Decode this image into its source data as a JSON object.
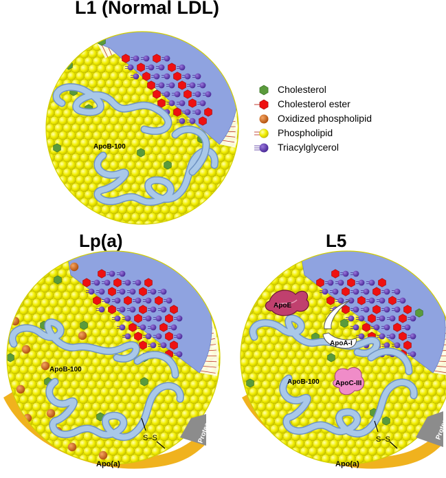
{
  "titles": {
    "l1": "L1 (Normal LDL)",
    "lpa": "Lp(a)",
    "l5": "L5"
  },
  "legend": [
    {
      "id": "cholesterol",
      "label": "Cholesterol",
      "color": "#5a9a3c",
      "icon": "green-hexagon-icon"
    },
    {
      "id": "cholesterol_ester",
      "label": "Cholesterol ester",
      "color": "#ee1111",
      "icon": "red-hexagon-icon"
    },
    {
      "id": "oxidized_phospholipid",
      "label": "Oxidized phospholipid",
      "color": "#d2691e",
      "icon": "orange-circle-icon"
    },
    {
      "id": "phospholipid",
      "label": "Phospholipid",
      "color": "#ffff00",
      "icon": "yellow-circle-with-tails-icon"
    },
    {
      "id": "triacylglycerol",
      "label": "Triacylglycerol",
      "color": "#6a3fb5",
      "icon": "purple-circle-with-tails-icon"
    }
  ],
  "labels": {
    "apob100": "ApoB-100",
    "apoa": "Apo(a)",
    "protease": "Protease",
    "ss": "S–S",
    "apoe": "ApoE",
    "apoa1": "ApoA-I",
    "apoc3": "ApoC-III"
  },
  "colors": {
    "core": "#8fa3e0",
    "ribbon": "#a9c8e8",
    "ribbon_edge": "#6f93c2",
    "apoa_band": "#f0b21e",
    "protease": "#8c8c8c",
    "apoe": "#c0406e",
    "apoc3": "#f08cc8"
  }
}
